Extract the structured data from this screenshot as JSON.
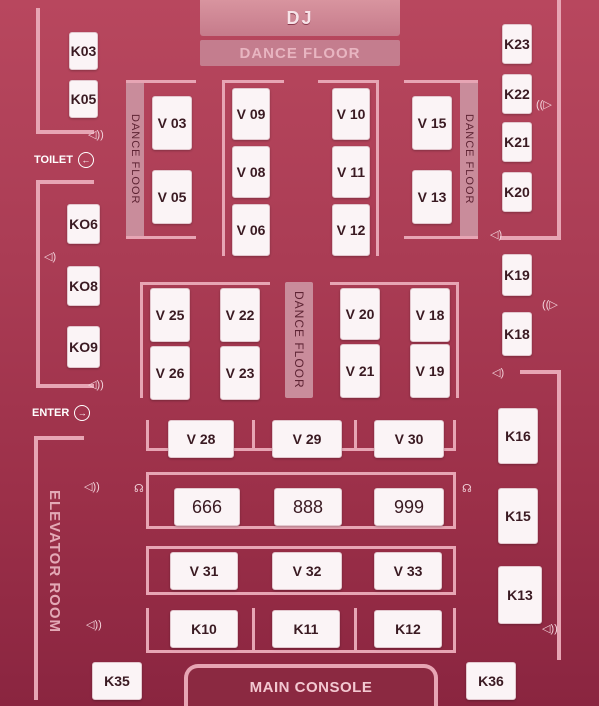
{
  "header": {
    "dj": "DJ",
    "dance_floor": "DANCE FLOOR"
  },
  "side_floor_label": "DANCE FLOOR",
  "center_floor_label": "DANCE FLOOR",
  "toilet_label": "TOILET",
  "enter_label": "ENTER",
  "elevator_label": "ELEVATOR ROOM",
  "console_label": "MAIN CONSOLE",
  "seats": {
    "k03": "K03",
    "k05": "K05",
    "k06": "KO6",
    "k08": "KO8",
    "k09": "KO9",
    "k23": "K23",
    "k22": "K22",
    "k21": "K21",
    "k20": "K20",
    "k19": "K19",
    "k18": "K18",
    "k16": "K16",
    "k15": "K15",
    "k13": "K13",
    "v03": "V 03",
    "v05": "V 05",
    "v09": "V 09",
    "v08": "V 08",
    "v06": "V 06",
    "v10": "V 10",
    "v11": "V 11",
    "v12": "V 12",
    "v15": "V 15",
    "v13": "V 13",
    "v25": "V 25",
    "v26": "V 26",
    "v22": "V 22",
    "v23": "V 23",
    "v20": "V 20",
    "v21": "V 21",
    "v18": "V 18",
    "v19": "V 19",
    "v28": "V 28",
    "v29": "V 29",
    "v30": "V 30",
    "s666": "666",
    "s888": "888",
    "s999": "999",
    "v31": "V 31",
    "v32": "V 32",
    "v33": "V 33",
    "k10": "K10",
    "k11": "K11",
    "k12": "K12",
    "k35": "K35",
    "k36": "K36"
  },
  "icons": {
    "arrow": "right-arrow-icon",
    "back": "left-arrow-icon",
    "speaker": "speaker-icon"
  }
}
